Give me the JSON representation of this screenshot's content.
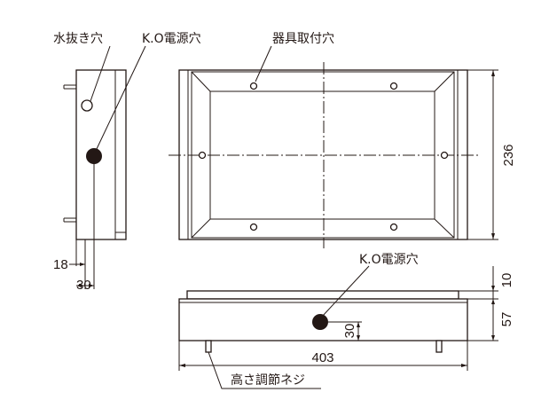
{
  "labels": {
    "drain_hole": "水抜き穴",
    "ko_power_hole_top": "K.O電源穴",
    "mounting_hole": "器具取付穴",
    "ko_power_hole_bottom": "K.O電源穴",
    "height_adjust_screw": "高さ調節ネジ"
  },
  "dimensions": {
    "height_front": "236",
    "side_depth_18": "18",
    "side_depth_30": "30",
    "bottom_ko_30": "30",
    "bottom_flange_10": "10",
    "bottom_depth_57": "57",
    "width_403": "403"
  }
}
